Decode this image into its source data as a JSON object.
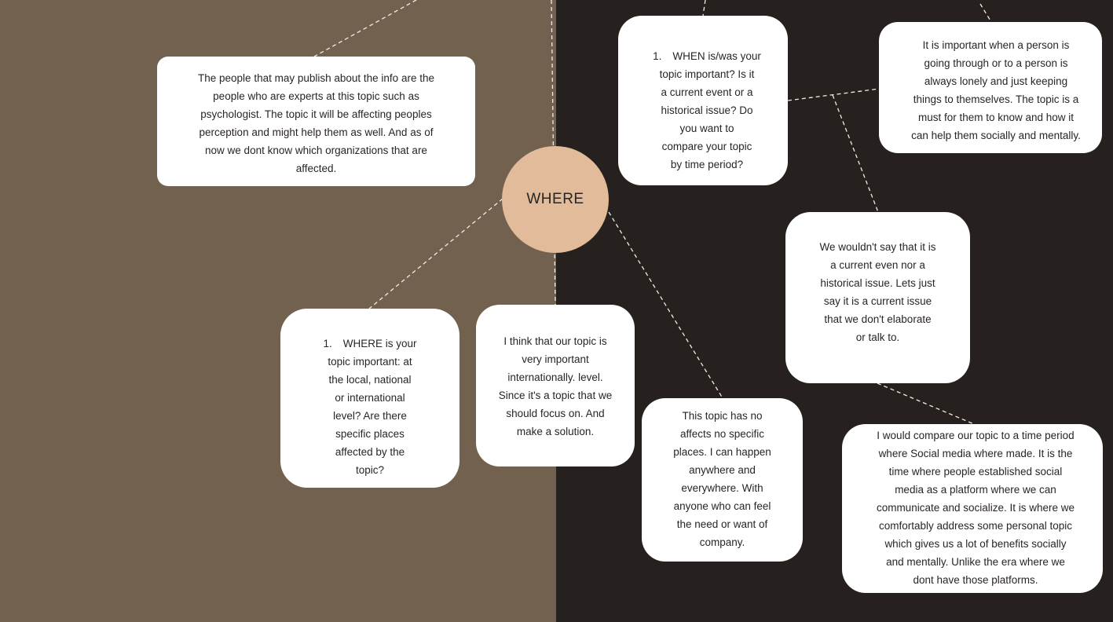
{
  "theme": {
    "left_bg": "#73614f",
    "right_bg": "#26211e",
    "hub_color": "#e1bb9a",
    "hub_text_color": "#2a2522",
    "connector_color": "#f2ece6"
  },
  "hub": {
    "label": "WHERE"
  },
  "cards": {
    "publishers": {
      "text": "The people that may publish about the info are the\npeople who are experts at this topic such as\npsychologist. The topic it will be affecting peoples\nperception and might help them as well.  And as of\nnow we dont know which organizations that are\naffected."
    },
    "when_question": {
      "number": "1.",
      "text": "WHEN is/was your\ntopic important? Is it\na current event or a\nhistorical issue? Do\nyou want to\ncompare your topic\nby time period?"
    },
    "importance_answer": {
      "text": "It is important when a person is\ngoing through  or to a person is\nalways lonely and just keeping\nthings to themselves.  The topic is a\nmust for them to know and how it\ncan help them socially and mentally."
    },
    "current_issue_answer": {
      "text": "We wouldn't say that it is\na current even nor  a\nhistorical issue. Lets just\nsay it is a current issue\nthat we don't elaborate\nor  talk  to."
    },
    "where_question": {
      "number": "1.",
      "text": "WHERE is your\ntopic important: at\nthe local, national\nor international\nlevel? Are there\nspecific places\naffected by the\ntopic?"
    },
    "international_answer": {
      "text": "I think that our topic  is\nvery important\ninternationally.  level.\nSince it's a topic that we\nshould focus on. And\nmake a solution."
    },
    "places_answer": {
      "text": "This topic has no\naffects no specific\nplaces. I can happen\nanywhere and\neverywhere. With\nanyone who can feel\nthe need or want of\ncompany."
    },
    "time_period_answer": {
      "text": "I would compare our topic to a time period\nwhere Social media where made. It is the\ntime where people established social\nmedia as a platform where we can\ncommunicate and socialize. It is where we\ncomfortably address some personal topic\nwhich gives us a lot of benefits socially\nand mentally. Unlike the era where we\ndont have those platforms."
    }
  }
}
